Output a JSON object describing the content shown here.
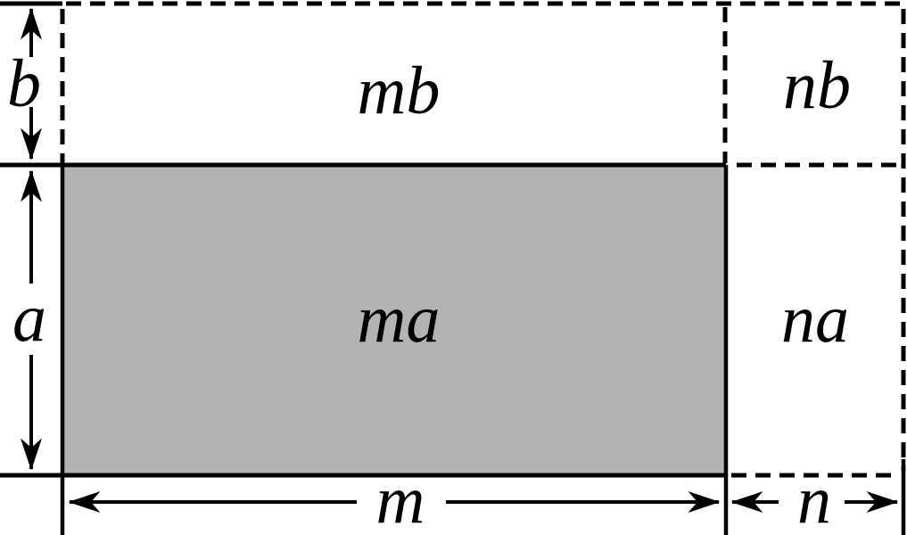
{
  "figure": {
    "description": "Area model diagram of (m+n)(a+b) with shaded ma region",
    "regions": {
      "mb": "mb",
      "nb": "nb",
      "ma": "ma",
      "na": "na"
    },
    "dimensions": {
      "b": "b",
      "a": "a",
      "m": "m",
      "n": "n"
    },
    "colors": {
      "shaded_fill": "#b3b3b3",
      "line": "#000000",
      "background": "#ffffff"
    }
  }
}
